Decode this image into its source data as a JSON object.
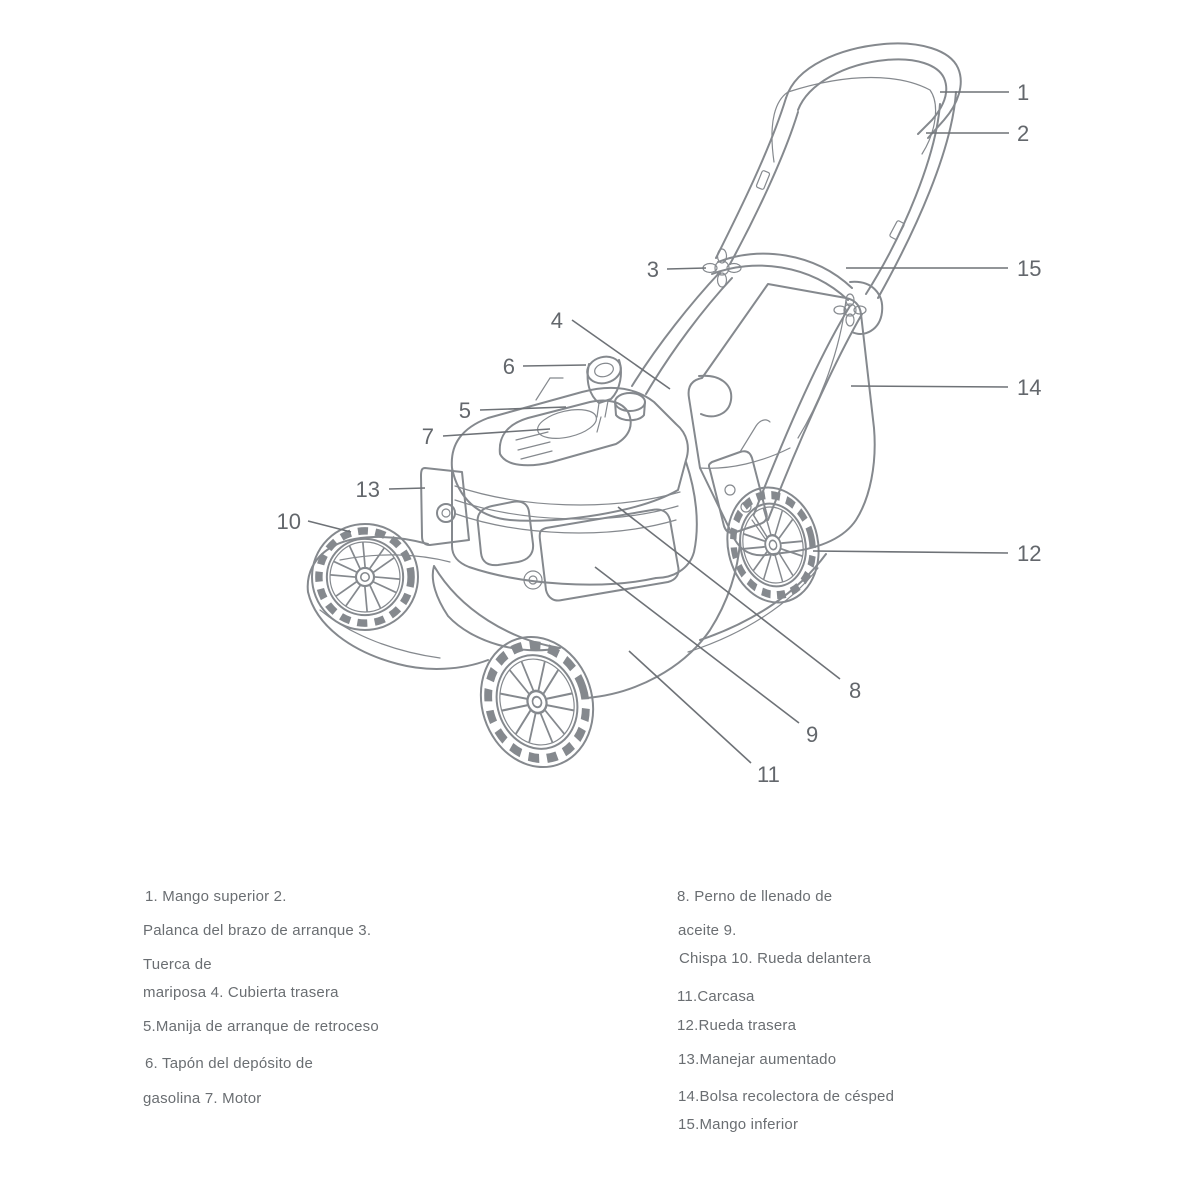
{
  "figure": {
    "type": "parts-diagram",
    "subject_label": "lawn-mower",
    "background_color": "#ffffff",
    "line_color": "#85898e",
    "leader_color": "#6e7277",
    "number_color": "#63676c",
    "legend_text_color": "#6a6e72"
  },
  "callouts": [
    {
      "num": "1"
    },
    {
      "num": "2"
    },
    {
      "num": "3"
    },
    {
      "num": "4"
    },
    {
      "num": "5"
    },
    {
      "num": "6"
    },
    {
      "num": "7"
    },
    {
      "num": "8"
    },
    {
      "num": "9"
    },
    {
      "num": "10"
    },
    {
      "num": "11"
    },
    {
      "num": "12"
    },
    {
      "num": "13"
    },
    {
      "num": "14"
    },
    {
      "num": "15"
    }
  ],
  "legend": {
    "left": [
      "1. Mango superior 2.",
      "Palanca del brazo de arranque 3.",
      "Tuerca de",
      "mariposa 4. Cubierta trasera",
      "5.Manija de arranque de retroceso",
      "6. Tapón del depósito de",
      "gasolina 7. Motor"
    ],
    "right": [
      "8. Perno de llenado de",
      "aceite 9.",
      "Chispa 10. Rueda delantera",
      "11.Carcasa",
      "12.Rueda trasera",
      "13.Manejar aumentado",
      "14.Bolsa recolectora de césped",
      "15.Mango inferior"
    ]
  }
}
